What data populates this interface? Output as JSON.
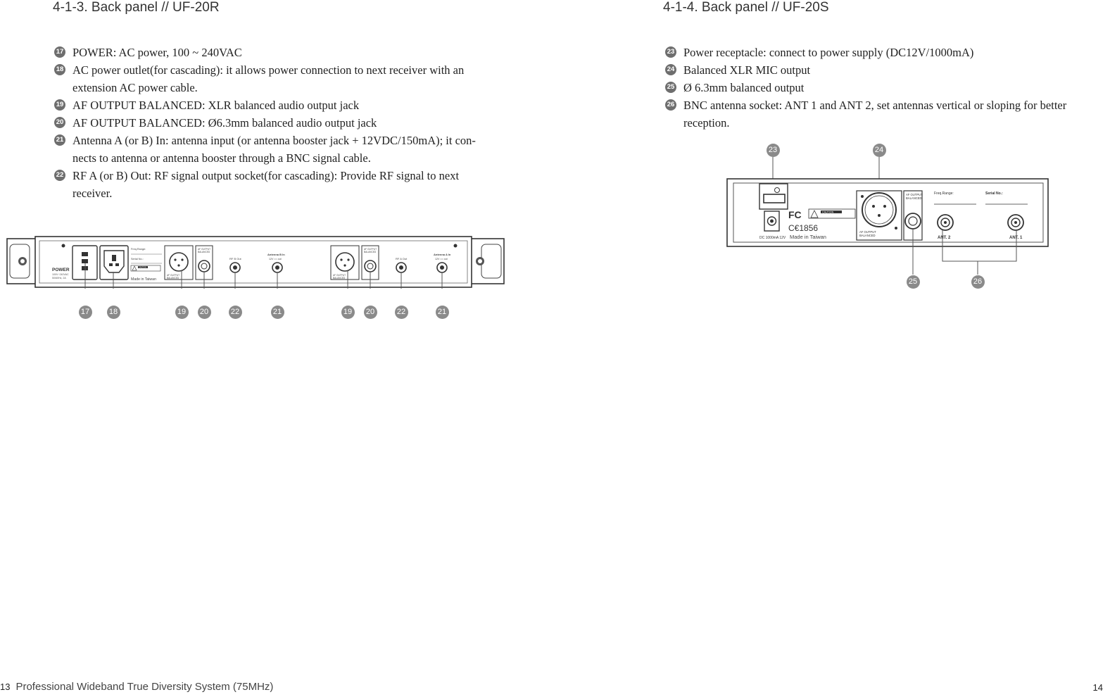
{
  "left": {
    "heading": "4-1-3. Back panel // UF-20R",
    "items": [
      {
        "num": "17",
        "lines": [
          "POWER: AC power, 100 ~ 240VAC"
        ]
      },
      {
        "num": "18",
        "lines": [
          "AC power outlet(for cascading): it allows power connection to next receiver with an",
          "extension AC power cable."
        ]
      },
      {
        "num": "19",
        "lines": [
          "AF OUTPUT BALANCED: XLR balanced audio output jack"
        ]
      },
      {
        "num": "20",
        "lines": [
          "AF OUTPUT BALANCED: Ø6.3mm balanced audio output jack"
        ]
      },
      {
        "num": "21",
        "lines": [
          "Antenna A (or B) In: antenna input (or antenna booster jack + 12VDC/150mA); it con-",
          "nects to antenna or antenna booster through a BNC signal cable."
        ]
      },
      {
        "num": "22",
        "lines": [
          "RF A (or B) Out: RF signal output socket(for cascading): Provide RF signal to next",
          "receiver."
        ]
      }
    ],
    "panel_labels": {
      "power": "POWER",
      "voltage": "100V~240VAC",
      "hz": "50/60Hz, 2A",
      "freq_range": "Freq.Range:",
      "serial": "Serial No.:",
      "caution": "CAUTION",
      "made_in": "Made in Taiwan",
      "af_output": "AF OUTPUT",
      "balanced": "BALANCED",
      "rf_b_out": "RF B Out",
      "antenna_b_in": "Antenna B In",
      "rf_a_out": "RF A Out",
      "antenna_a_in": "Antenna A In",
      "ant_power": "12V == out"
    },
    "callouts": [
      "17",
      "18",
      "19",
      "20",
      "22",
      "21",
      "19",
      "20",
      "22",
      "21"
    ]
  },
  "right": {
    "heading": "4-1-4. Back panel // UF-20S",
    "items": [
      {
        "num": "23",
        "lines": [
          "Power receptacle: connect to power supply (DC12V/1000mA)"
        ]
      },
      {
        "num": "24",
        "lines": [
          "Balanced XLR MIC output"
        ]
      },
      {
        "num": "25",
        "lines": [
          "Ø 6.3mm balanced output"
        ]
      },
      {
        "num": "26",
        "lines": [
          "BNC antenna socket: ANT 1 and ANT 2, set antennas vertical or sloping for better",
          "reception."
        ]
      }
    ],
    "panel_labels": {
      "dc": "DC 1000mA 12V",
      "fc": "FC",
      "ce_num": "C€1856",
      "made_in": "Made in Taiwan",
      "caution": "CAUTION",
      "af_output": "AF OUTPUT",
      "balanced": "BALANCED",
      "freq_range": "Freq.Range:",
      "serial": "Serial No.:",
      "ant2": "ANT. 2",
      "ant1": "ANT. 1"
    },
    "callouts": [
      "23",
      "24",
      "25",
      "26"
    ]
  },
  "footer": {
    "left_page": "13",
    "left_title": "Professional Wideband True Diversity System (75MHz)",
    "right_page": "14"
  }
}
